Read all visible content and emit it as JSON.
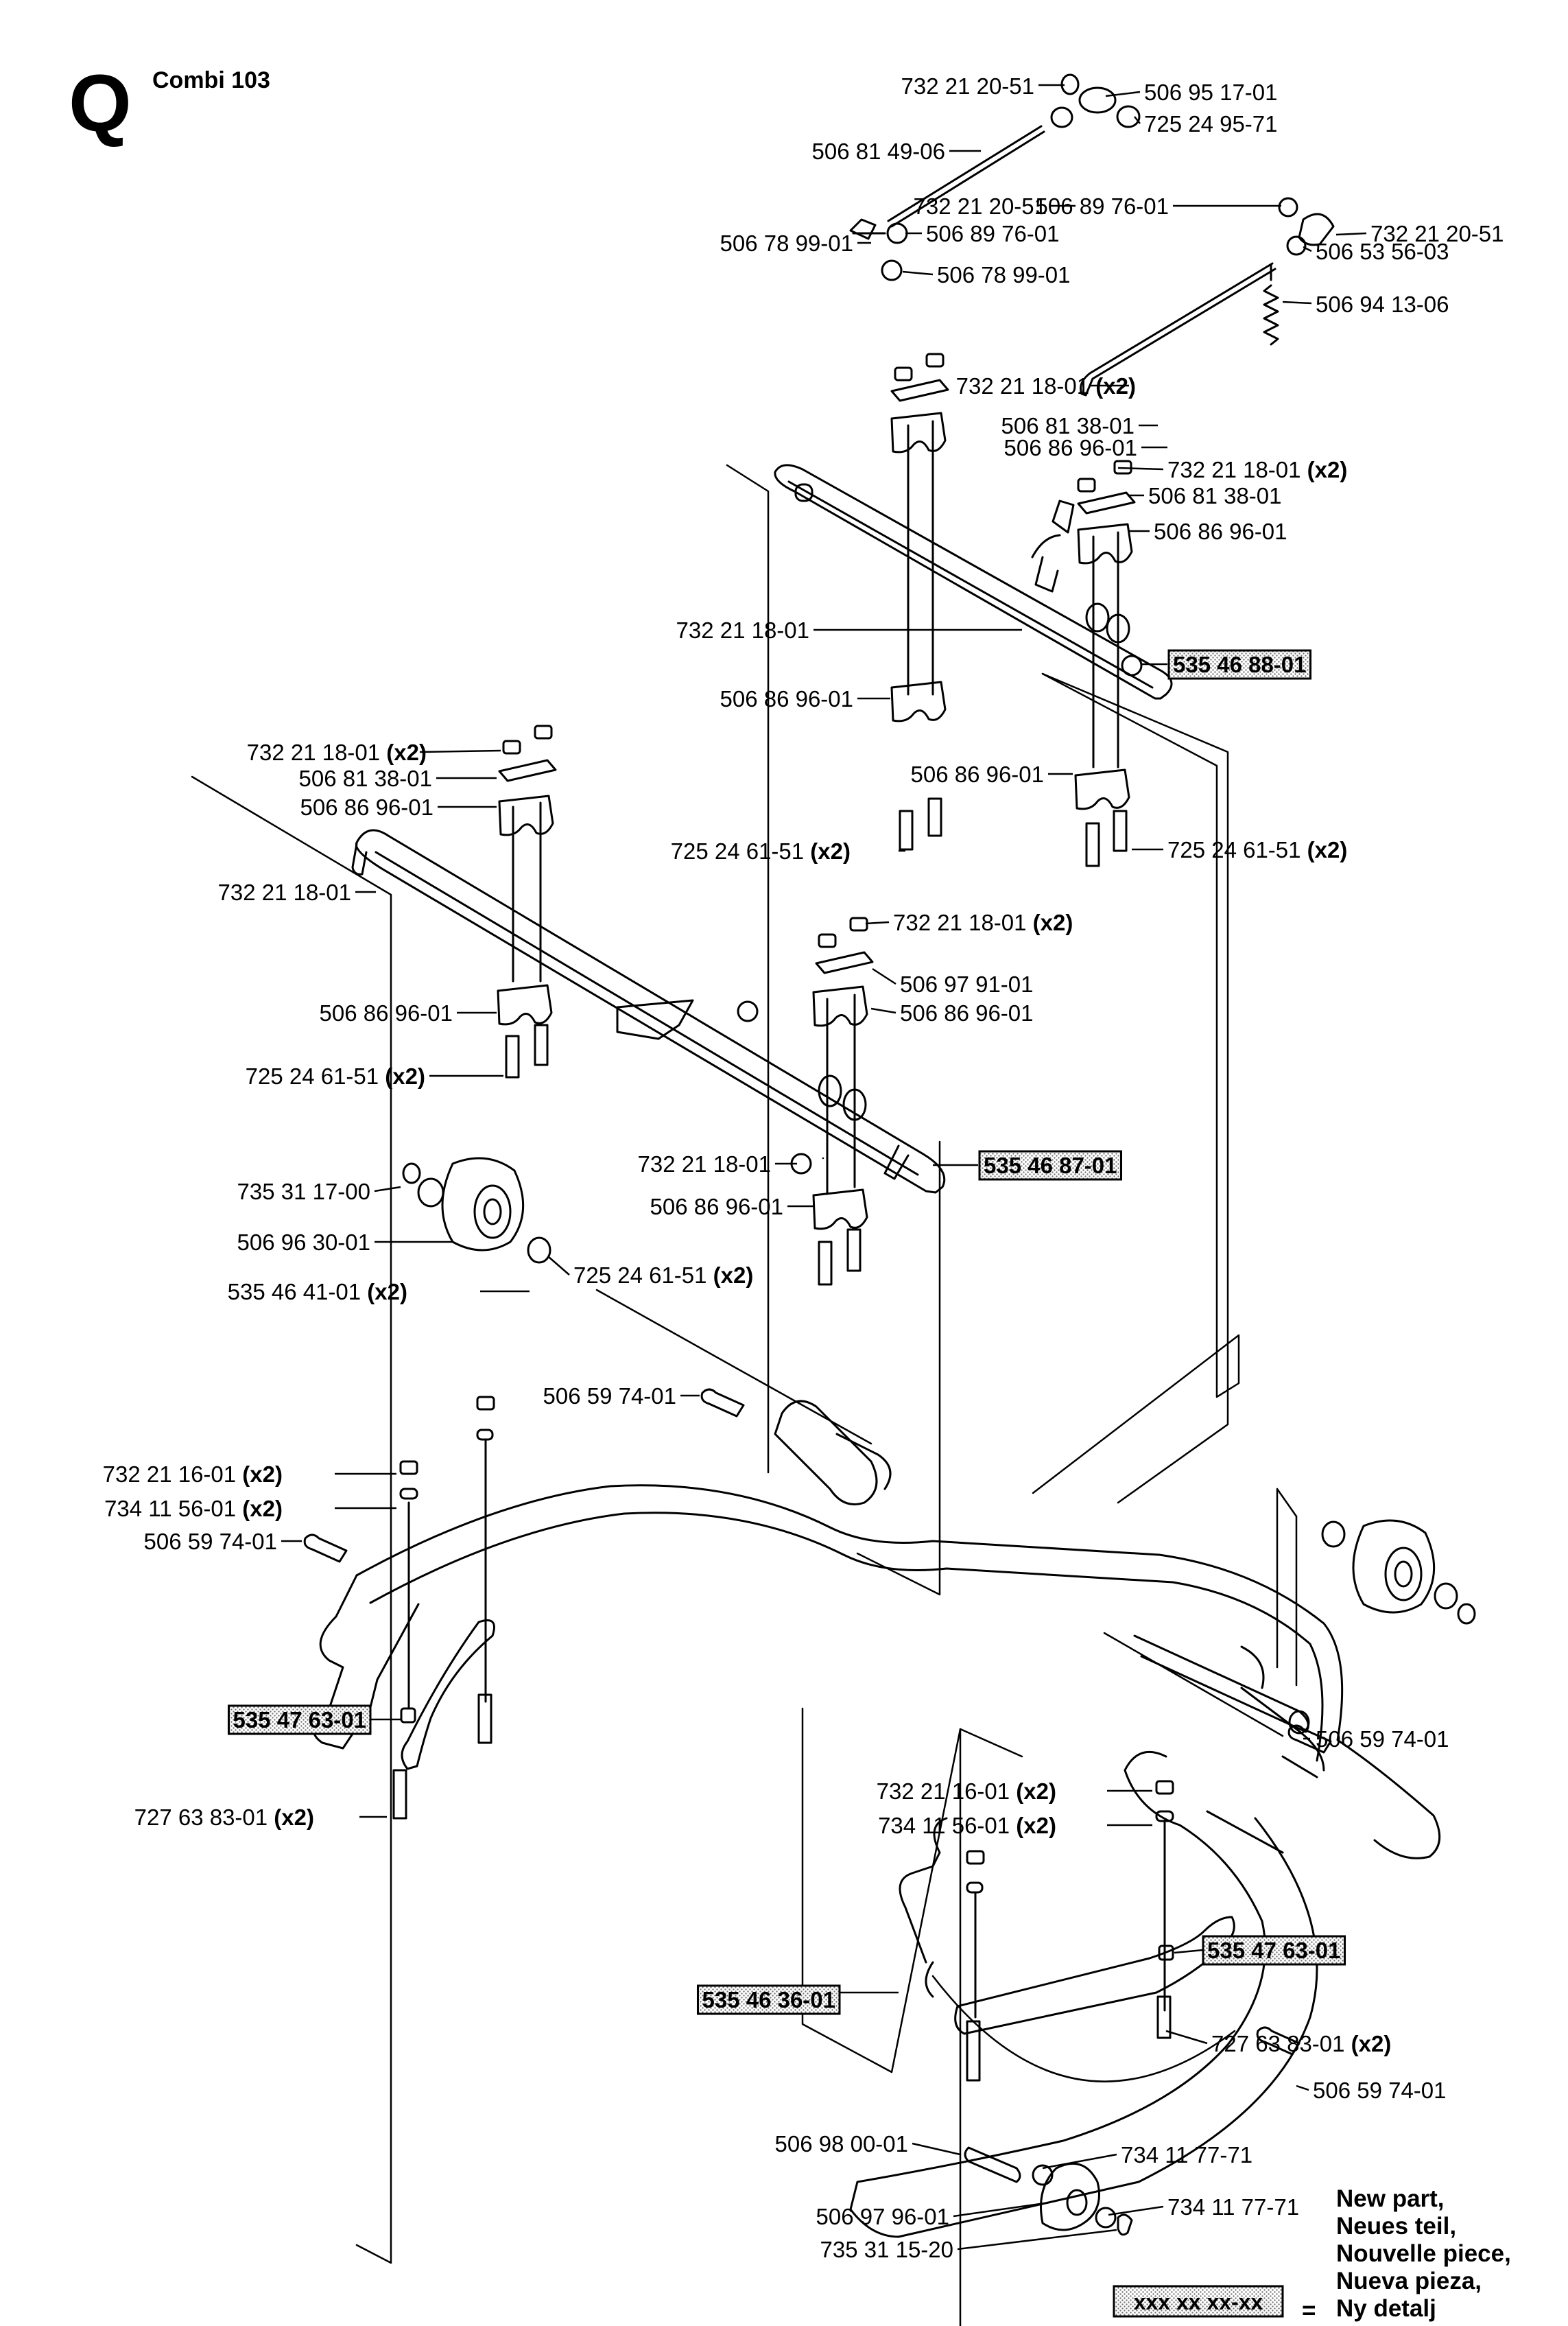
{
  "header": {
    "letter": "Q",
    "title": "Combi 103"
  },
  "legend": {
    "lines": [
      "New part,",
      "Neues teil,",
      "Nouvelle piece,",
      "Nueva pieza,",
      "Ny detalj"
    ],
    "sample_code": "xxx xx xx-xx",
    "equals": "="
  },
  "callouts": [
    {
      "text": "732 21 20-51",
      "anchor": "end"
    },
    {
      "text": "506 95 17-01",
      "anchor": "start"
    },
    {
      "text": "725 24 95-71",
      "anchor": "start"
    },
    {
      "text": "506 81 49-06",
      "anchor": "end"
    },
    {
      "text": "732 21 20-51",
      "anchor": "end"
    },
    {
      "text": "506 89 76-01",
      "anchor": "start"
    },
    {
      "text": "506 78 99-01",
      "anchor": "start"
    },
    {
      "text": "506 78 99-01",
      "anchor": "end"
    },
    {
      "text": "506 89 76-01",
      "anchor": "end"
    },
    {
      "text": "732 21 20-51",
      "anchor": "start"
    },
    {
      "text": "506 53 56-03",
      "anchor": "start"
    },
    {
      "text": "506 94 13-06",
      "anchor": "start"
    },
    {
      "text": "732 21 18-01",
      "anchor": "end",
      "qty": "(x2)"
    },
    {
      "text": "506 81 38-01",
      "anchor": "end"
    },
    {
      "text": "506 86 96-01",
      "anchor": "end"
    },
    {
      "text": "732 21 18-01",
      "anchor": "start",
      "qty": "(x2)"
    },
    {
      "text": "506 81 38-01",
      "anchor": "start"
    },
    {
      "text": "506 86 96-01",
      "anchor": "start"
    },
    {
      "text": "732 21 18-01",
      "anchor": "end"
    },
    {
      "text": "535 46 88-01",
      "anchor": "start",
      "boxed": true
    },
    {
      "text": "506 86 96-01",
      "anchor": "end"
    },
    {
      "text": "506 86 96-01",
      "anchor": "end"
    },
    {
      "text": "725 24 61-51",
      "anchor": "end",
      "qty": "(x2)"
    },
    {
      "text": "725 24 61-51",
      "anchor": "start",
      "qty": "(x2)"
    },
    {
      "text": "732 21 18-01",
      "anchor": "end",
      "qty": "(x2)"
    },
    {
      "text": "506 81 38-01",
      "anchor": "end"
    },
    {
      "text": "506 86 96-01",
      "anchor": "end"
    },
    {
      "text": "732 21 18-01",
      "anchor": "end"
    },
    {
      "text": "732 21 18-01",
      "anchor": "start",
      "qty": "(x2)"
    },
    {
      "text": "506 97 91-01",
      "anchor": "start"
    },
    {
      "text": "506 86 96-01",
      "anchor": "start"
    },
    {
      "text": "506 86 96-01",
      "anchor": "end"
    },
    {
      "text": "725 24 61-51",
      "anchor": "end",
      "qty": "(x2)"
    },
    {
      "text": "732 21 18-01",
      "anchor": "end"
    },
    {
      "text": "535 46 87-01",
      "anchor": "start",
      "boxed": true
    },
    {
      "text": "735 31 17-00",
      "anchor": "end"
    },
    {
      "text": "506 96 30-01",
      "anchor": "end"
    },
    {
      "text": "506 86 96-01",
      "anchor": "end"
    },
    {
      "text": "535 46 41-01",
      "anchor": "end",
      "qty": "(x2)"
    },
    {
      "text": "725 24 61-51",
      "anchor": "start",
      "qty": "(x2)"
    },
    {
      "text": "506 59 74-01",
      "anchor": "end"
    },
    {
      "text": "732 21 16-01",
      "anchor": "end",
      "qty": "(x2)"
    },
    {
      "text": "734 11 56-01",
      "anchor": "end",
      "qty": "(x2)"
    },
    {
      "text": "506 59 74-01",
      "anchor": "end"
    },
    {
      "text": "535 47 63-01",
      "anchor": "end",
      "boxed": true
    },
    {
      "text": "727 63 83-01",
      "anchor": "end",
      "qty": "(x2)"
    },
    {
      "text": "506 59 74-01",
      "anchor": "start"
    },
    {
      "text": "732 21 16-01",
      "anchor": "end",
      "qty": "(x2)"
    },
    {
      "text": "734 11 56-01",
      "anchor": "end",
      "qty": "(x2)"
    },
    {
      "text": "535 47 63-01",
      "anchor": "start",
      "boxed": true
    },
    {
      "text": "535 46 36-01",
      "anchor": "end",
      "boxed": true
    },
    {
      "text": "727 63 83-01",
      "anchor": "start",
      "qty": "(x2)"
    },
    {
      "text": "506 59 74-01",
      "anchor": "start"
    },
    {
      "text": "506 98 00-01",
      "anchor": "end"
    },
    {
      "text": "734 11 77-71",
      "anchor": "start"
    },
    {
      "text": "506 97 96-01",
      "anchor": "end"
    },
    {
      "text": "734 11 77-71",
      "anchor": "start"
    },
    {
      "text": "735 31 15-20",
      "anchor": "end"
    }
  ]
}
